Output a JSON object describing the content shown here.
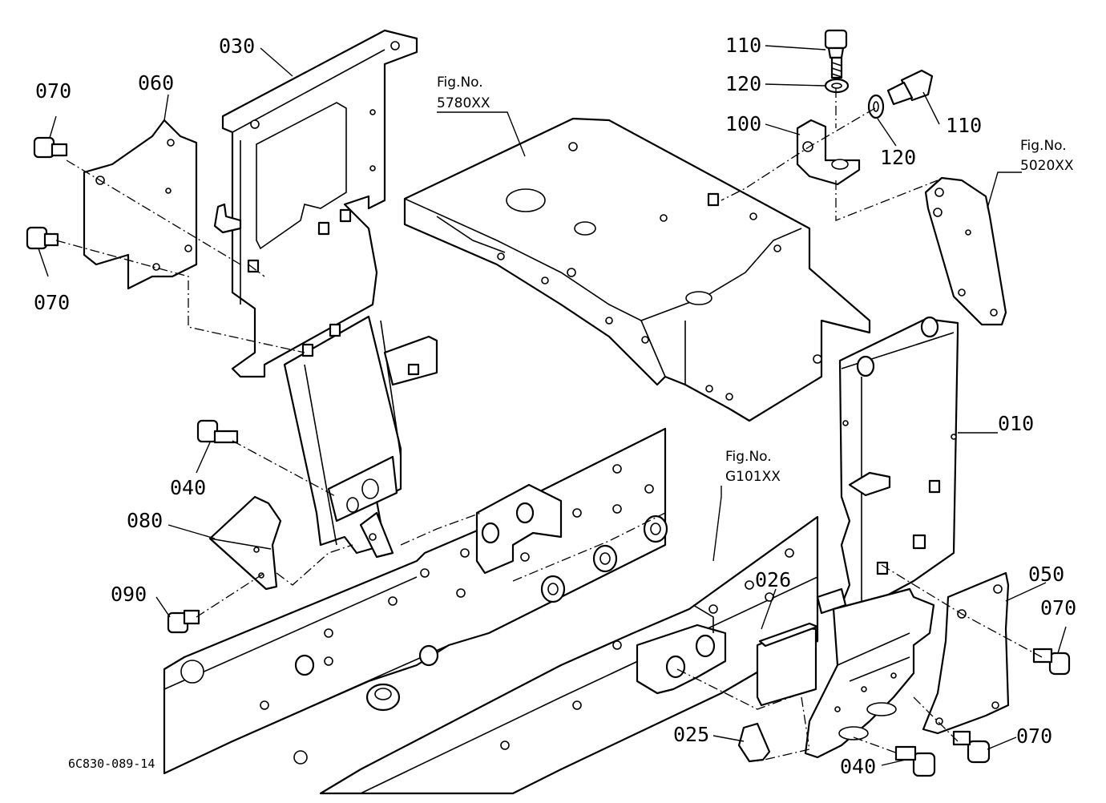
{
  "callouts": {
    "c110a": "110",
    "c120a": "120",
    "c110b": "110",
    "c100": "100",
    "c120b": "120",
    "c030": "030",
    "c070a": "070",
    "c060": "060",
    "c070b": "070",
    "c040a": "040",
    "c080": "080",
    "c090": "090",
    "c010": "010",
    "c050": "050",
    "c070c": "070",
    "c026": "026",
    "c025": "025",
    "c040b": "040",
    "c070d": "070"
  },
  "figure_refs": {
    "ref1_label": "Fig.No.",
    "ref1_no": "5780XX",
    "ref2_label": "Fig.No.",
    "ref2_no": "5020XX",
    "ref3_label": "Fig.No.",
    "ref3_no": "G101XX"
  },
  "document_id": "6C830-089-14"
}
